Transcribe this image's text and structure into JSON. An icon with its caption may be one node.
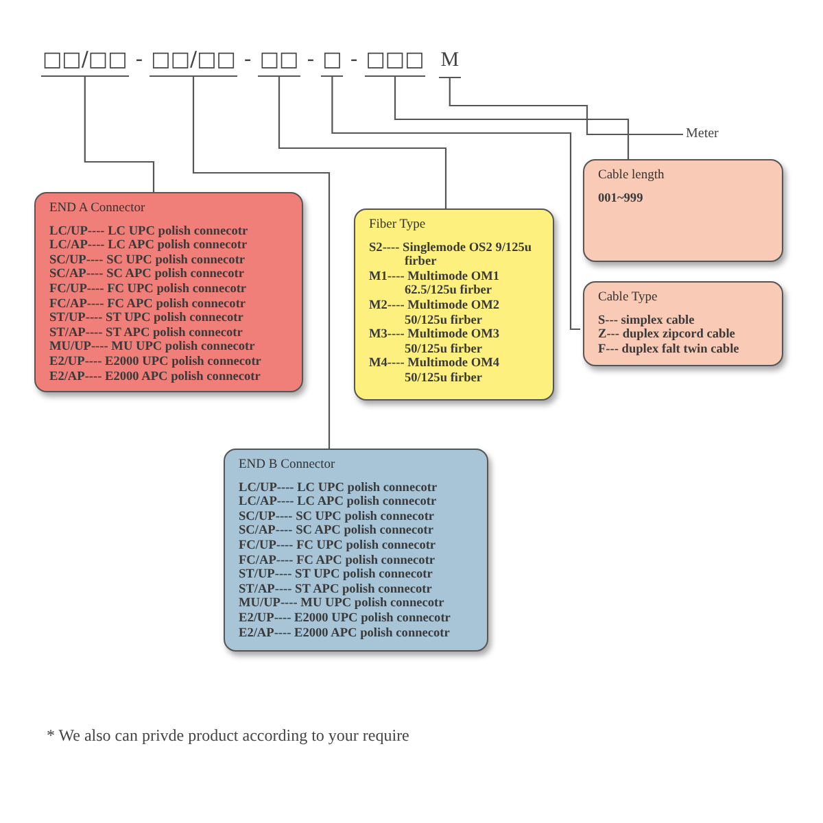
{
  "diagram": {
    "nodes": [
      {
        "text": [
          "□□/□□"
        ]
      },
      {
        "text": [
          "□□/□□"
        ]
      },
      {
        "text": [
          "□□"
        ]
      },
      {
        "text": [
          "□"
        ]
      },
      {
        "text": [
          "□□□"
        ]
      },
      {
        "text": [
          "M"
        ]
      },
      {
        "text": [
          "Meter"
        ]
      },
      {
        "text": [
          "END A Connector",
          "LC/UP---- LC UPC polish connecotr",
          "LC/AP---- LC APC polish connecotr",
          "SC/UP---- SC UPC polish connecotr",
          "SC/AP---- SC APC polish connecotr",
          "FC/UP---- FC UPC polish connecotr",
          "FC/AP---- FC APC polish connecotr",
          "ST/UP---- ST UPC polish connecotr",
          "ST/AP---- ST APC polish connecotr",
          "MU/UP---- MU UPC polish connecotr",
          "E2/UP---- E2000 UPC polish connecotr",
          "E2/AP---- E2000 APC polish connecotr"
        ]
      },
      {
        "text": [
          "END B Connector",
          "LC/UP---- LC UPC polish connecotr",
          "LC/AP---- LC APC polish connecotr",
          "SC/UP---- SC UPC polish connecotr",
          "SC/AP---- SC APC polish connecotr",
          "FC/UP---- FC UPC polish connecotr",
          "FC/AP---- FC APC polish connecotr",
          "ST/UP---- ST UPC polish connecotr",
          "ST/AP---- ST APC polish connecotr",
          "MU/UP---- MU UPC polish connecotr",
          "E2/UP---- E2000 UPC polish connecotr",
          "E2/AP---- E2000 APC polish connecotr"
        ]
      },
      {
        "text": [
          "Fiber Type",
          "S2---- Singlemode OS2 9/125u firber",
          "M1---- Multimode OM1 62.5/125u firber",
          "M2---- Multimode OM2 50/125u firber",
          "M3---- Multimode OM3 50/125u firber",
          "M4---- Multimode OM4 50/125u firber"
        ]
      },
      {
        "text": [
          "Cable length",
          "001~999"
        ]
      },
      {
        "text": [
          "Cable Type",
          "S--- simplex cable",
          "Z--- duplex zipcord cable",
          "F--- duplex falt twin cable"
        ]
      }
    ],
    "edges": [
      {
        "from": 0,
        "to": 7,
        "arrow": "none"
      },
      {
        "from": 1,
        "to": 8,
        "arrow": "none"
      },
      {
        "from": 2,
        "to": 9,
        "arrow": "none"
      },
      {
        "from": 3,
        "to": 11,
        "arrow": "none"
      },
      {
        "from": 4,
        "to": 10,
        "arrow": "none"
      },
      {
        "from": 5,
        "to": 6,
        "arrow": "none"
      }
    ],
    "labels": [
      "-",
      "-",
      "-",
      "-",
      "* We also can privde product according to your require"
    ]
  }
}
